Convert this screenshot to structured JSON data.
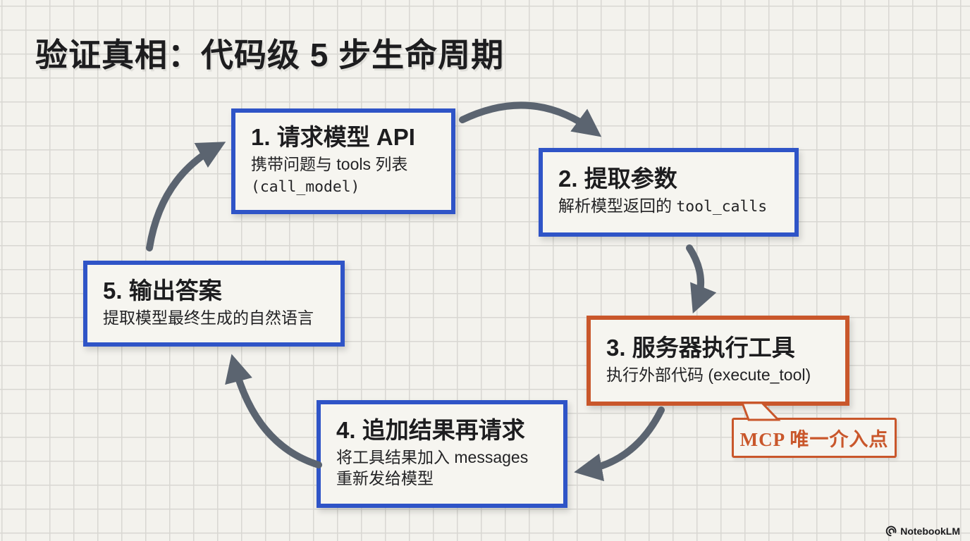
{
  "title": "验证真相：代码级 5 步生命周期",
  "colors": {
    "blue": "#2f54c7",
    "orange": "#c9572b",
    "arrow": "#5b6470",
    "paper": "#f3f2ed",
    "box_bg": "#f6f5f0",
    "ink": "#1d1d1f"
  },
  "boxes": [
    {
      "id": "step-1",
      "accent": "blue",
      "title": "1. 请求模型 API",
      "desc": [
        [
          {
            "t": "携带问题与 tools 列表",
            "mono": false
          }
        ],
        [
          {
            "t": "(call_model)",
            "mono": true
          }
        ]
      ]
    },
    {
      "id": "step-2",
      "accent": "blue",
      "title": "2. 提取参数",
      "desc": [
        [
          {
            "t": "解析模型返回的 ",
            "mono": false
          },
          {
            "t": "tool_calls",
            "mono": true
          }
        ]
      ]
    },
    {
      "id": "step-3",
      "accent": "orange",
      "title": "3. 服务器执行工具",
      "desc": [
        [
          {
            "t": "执行外部代码 (execute_tool)",
            "mono": false
          }
        ]
      ]
    },
    {
      "id": "step-4",
      "accent": "blue",
      "title": "4. 追加结果再请求",
      "desc": [
        [
          {
            "t": "将工具结果加入 messages",
            "mono": false
          }
        ],
        [
          {
            "t": "重新发给模型",
            "mono": false
          }
        ]
      ]
    },
    {
      "id": "step-5",
      "accent": "blue",
      "title": "5. 输出答案",
      "desc": [
        [
          {
            "t": "提取模型最终生成的自然语言",
            "mono": false
          }
        ]
      ]
    }
  ],
  "callout": {
    "label": "MCP 唯一介入点"
  },
  "footer": {
    "brand": "NotebookLM"
  }
}
